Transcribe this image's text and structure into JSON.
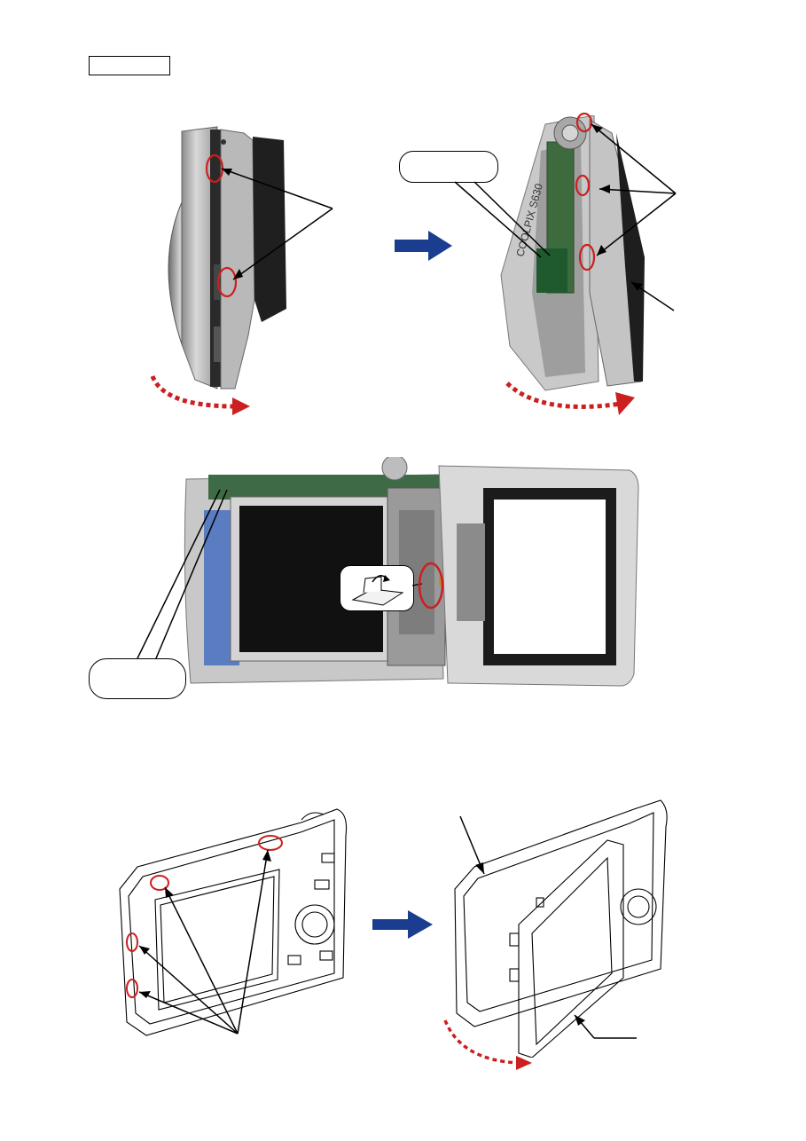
{
  "page": {
    "label_box_text": "",
    "callout_top_text": "",
    "callout_mid_text": ""
  },
  "photo1": {
    "name": "camera-side-view-photo"
  },
  "photo2": {
    "name": "camera-opened-top-photo",
    "brand_text": "COOLPIX S630"
  },
  "photo3": {
    "name": "camera-rear-cover-open-photo"
  },
  "drawing1": {
    "name": "rear-cover-line-drawing"
  },
  "drawing2": {
    "name": "rear-cover-removed-line-drawing"
  },
  "colors": {
    "accent_red": "#cc1f1f",
    "arrow_blue": "#1b3d8f"
  }
}
